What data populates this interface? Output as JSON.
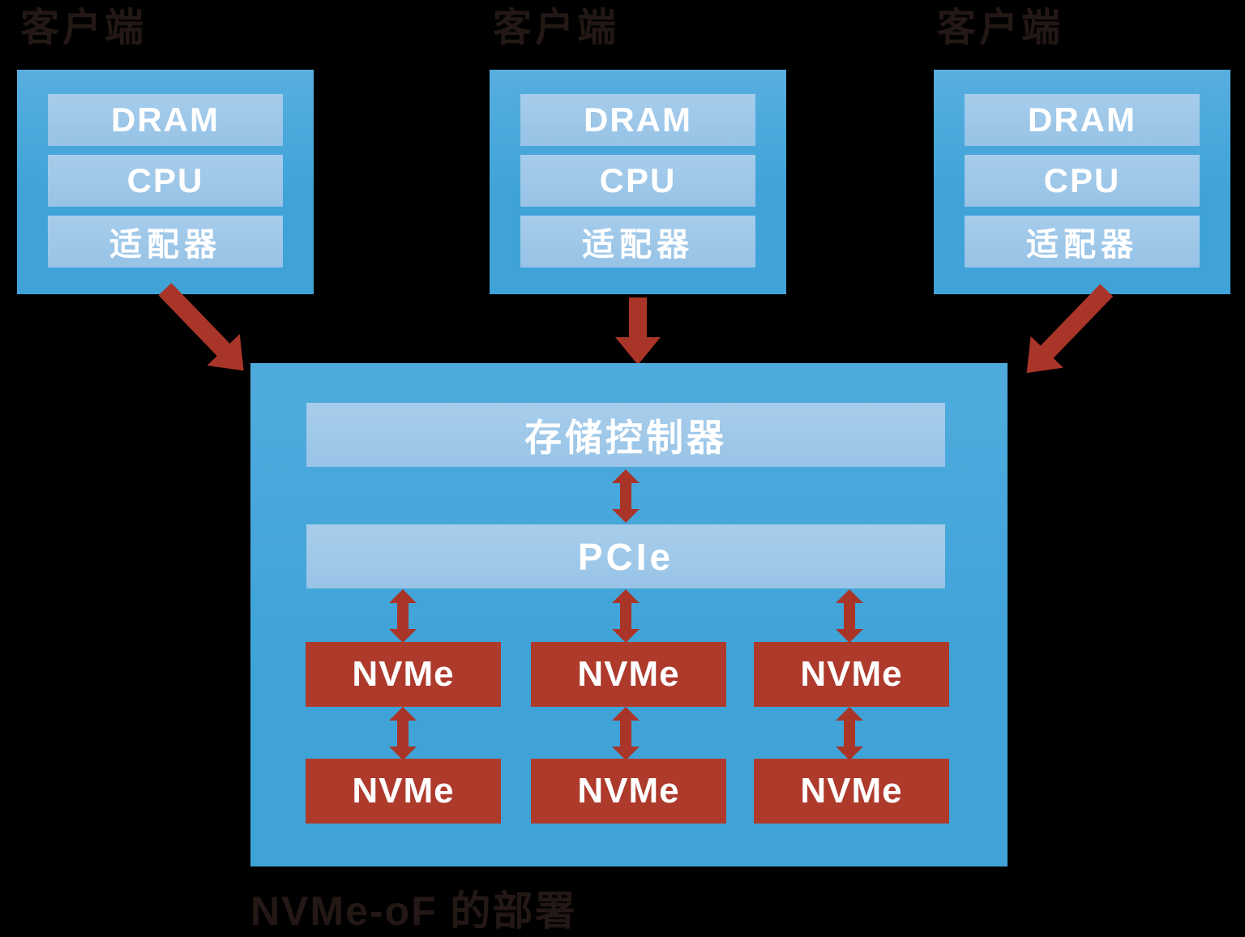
{
  "colors": {
    "background": "#000000",
    "box_blue": "#3FA3D8",
    "bar_light_blue": "#9CC6E9",
    "arrow_red": "#A93528",
    "nvme_red": "#AE3A2C",
    "dark_text": "#231815",
    "white_text": "#FFFFFF"
  },
  "clients": [
    {
      "title": "客户端",
      "components": [
        "DRAM",
        "CPU",
        "适配器"
      ]
    },
    {
      "title": "客户端",
      "components": [
        "DRAM",
        "CPU",
        "适配器"
      ]
    },
    {
      "title": "客户端",
      "components": [
        "DRAM",
        "CPU",
        "适配器"
      ]
    }
  ],
  "storage": {
    "controller_label": "存储控制器",
    "bus_label": "PCIe",
    "device_label": "NVMe",
    "nvme_rows": 2,
    "nvme_cols": 3
  },
  "caption": "NVMe-oF 的部署"
}
